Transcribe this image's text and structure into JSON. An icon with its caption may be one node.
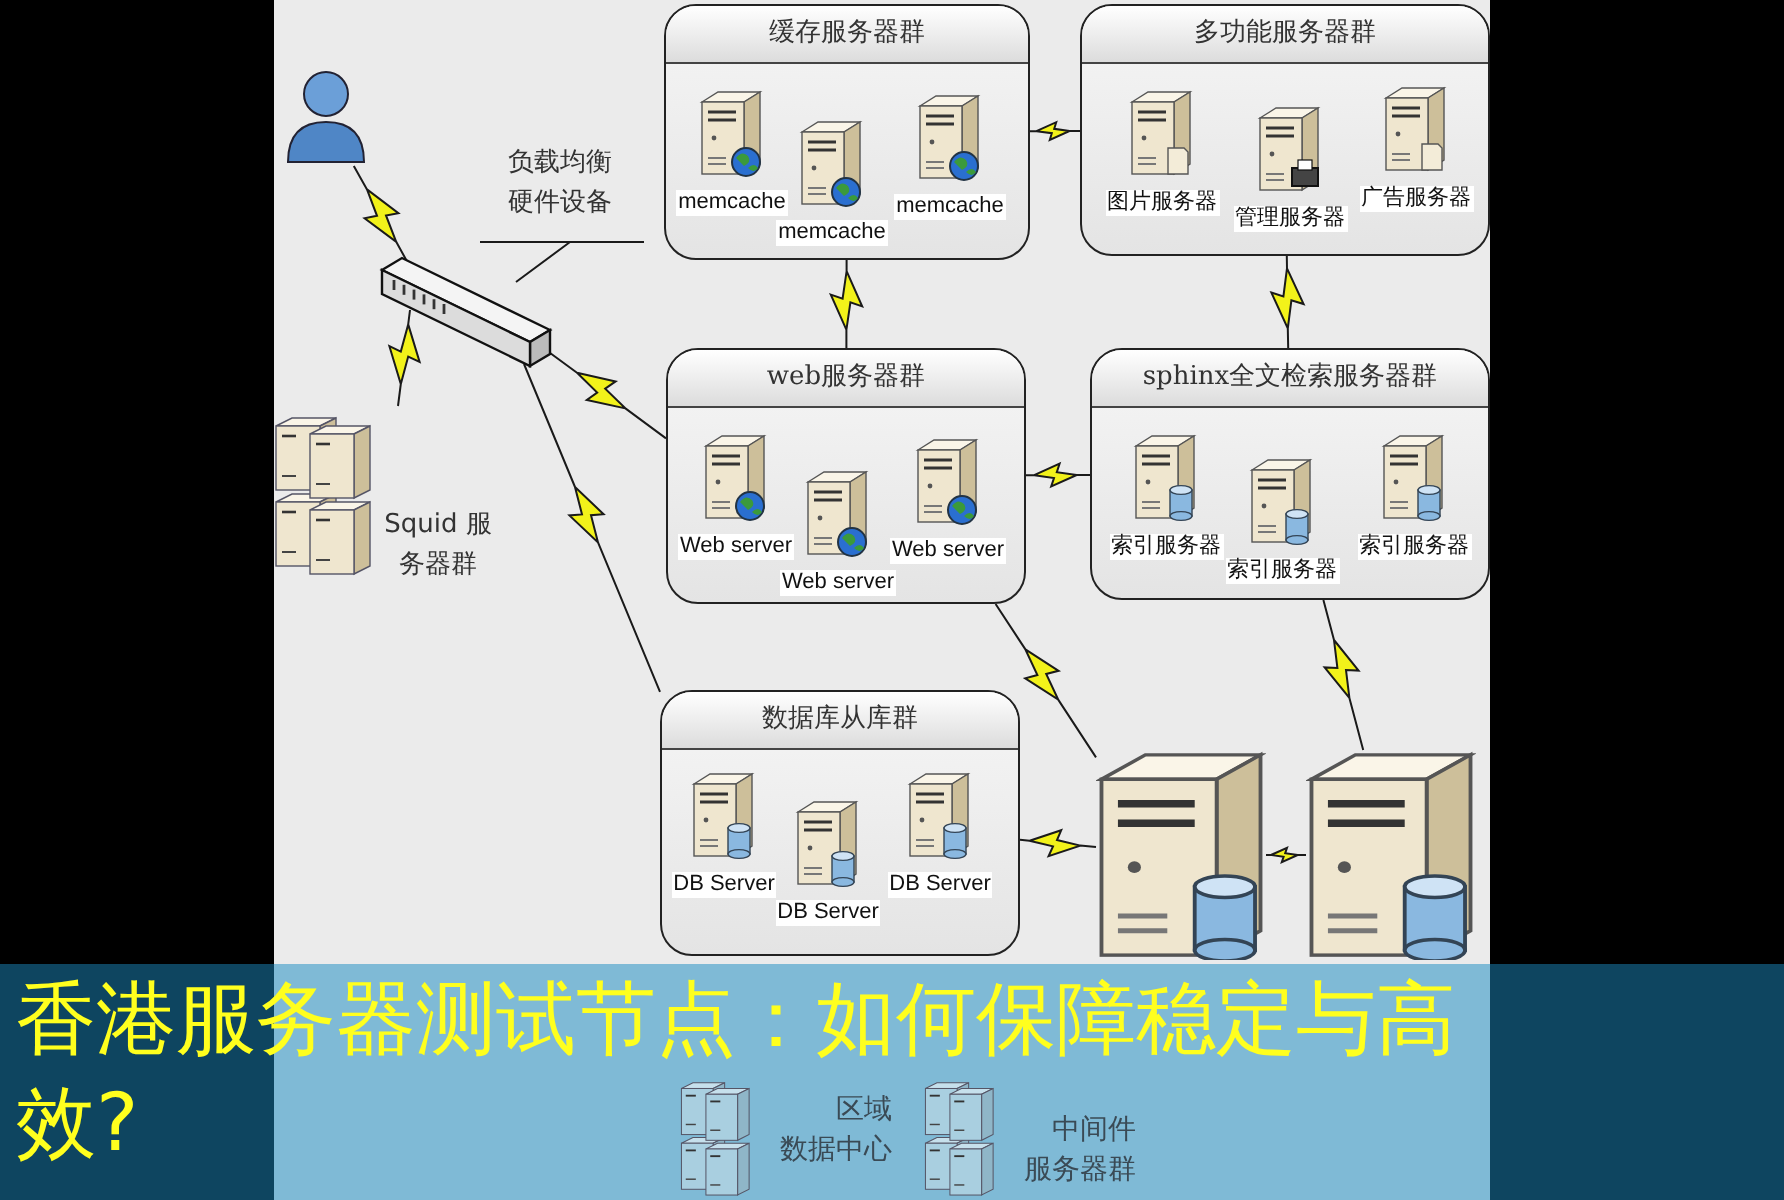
{
  "diagram": {
    "title": "香港服务器测试节点：如何保障稳定与高效?",
    "nodes": [
      {
        "text": [],
        "shape": "person"
      },
      {
        "text": [],
        "shape": "picture"
      },
      {
        "text": [
          "负载均衡硬件设备"
        ]
      },
      {
        "text": [
          "Squid 服务器群"
        ]
      },
      {
        "text": [
          "缓存服务器群"
        ]
      },
      {
        "text": [
          "memcache"
        ],
        "in": 4
      },
      {
        "text": [
          "memcache"
        ],
        "in": 4
      },
      {
        "text": [
          "memcache"
        ],
        "in": 4
      },
      {
        "text": [
          "多功能服务器群"
        ]
      },
      {
        "text": [
          "图片服务器"
        ],
        "in": 8
      },
      {
        "text": [
          "管理服务器"
        ],
        "in": 8
      },
      {
        "text": [
          "广告服务器"
        ],
        "in": 8
      },
      {
        "text": [
          "web服务器群"
        ]
      },
      {
        "text": [
          "Web server"
        ],
        "in": 12
      },
      {
        "text": [
          "Web server"
        ],
        "in": 12
      },
      {
        "text": [
          "Web server"
        ],
        "in": 12
      },
      {
        "text": [
          "sphinx全文检索服务器群"
        ]
      },
      {
        "text": [
          "索引服务器"
        ],
        "in": 16
      },
      {
        "text": [
          "索引服务器"
        ],
        "in": 16
      },
      {
        "text": [
          "索引服务器"
        ],
        "in": 16
      },
      {
        "text": [
          "数据库从库群"
        ]
      },
      {
        "text": [
          "DB Server"
        ],
        "in": 20
      },
      {
        "text": [
          "DB Server"
        ],
        "in": 20
      },
      {
        "text": [
          "DB Server"
        ],
        "in": 20
      },
      {
        "text": [],
        "shape": "picture"
      },
      {
        "text": [],
        "shape": "picture"
      },
      {
        "text": [
          "区域数据中心"
        ]
      },
      {
        "text": [
          "中间件服务器群"
        ]
      }
    ],
    "edges": [
      {
        "from": 0,
        "to": 1,
        "arrow": "none"
      },
      {
        "from": 2,
        "to": 1,
        "arrow": "none"
      },
      {
        "from": 1,
        "to": 3,
        "arrow": "none"
      },
      {
        "from": 1,
        "to": 12,
        "arrow": "none"
      },
      {
        "from": 1,
        "to": 20,
        "arrow": "none"
      },
      {
        "from": 4,
        "to": 8,
        "arrow": "none"
      },
      {
        "from": 4,
        "to": 12,
        "arrow": "none"
      },
      {
        "from": 8,
        "to": 16,
        "arrow": "none"
      },
      {
        "from": 12,
        "to": 16,
        "arrow": "none"
      },
      {
        "from": 12,
        "to": 24,
        "arrow": "none"
      },
      {
        "from": 16,
        "to": 25,
        "arrow": "none"
      },
      {
        "from": 20,
        "to": 24,
        "arrow": "none"
      },
      {
        "from": 24,
        "to": 25,
        "arrow": "none"
      }
    ]
  }
}
